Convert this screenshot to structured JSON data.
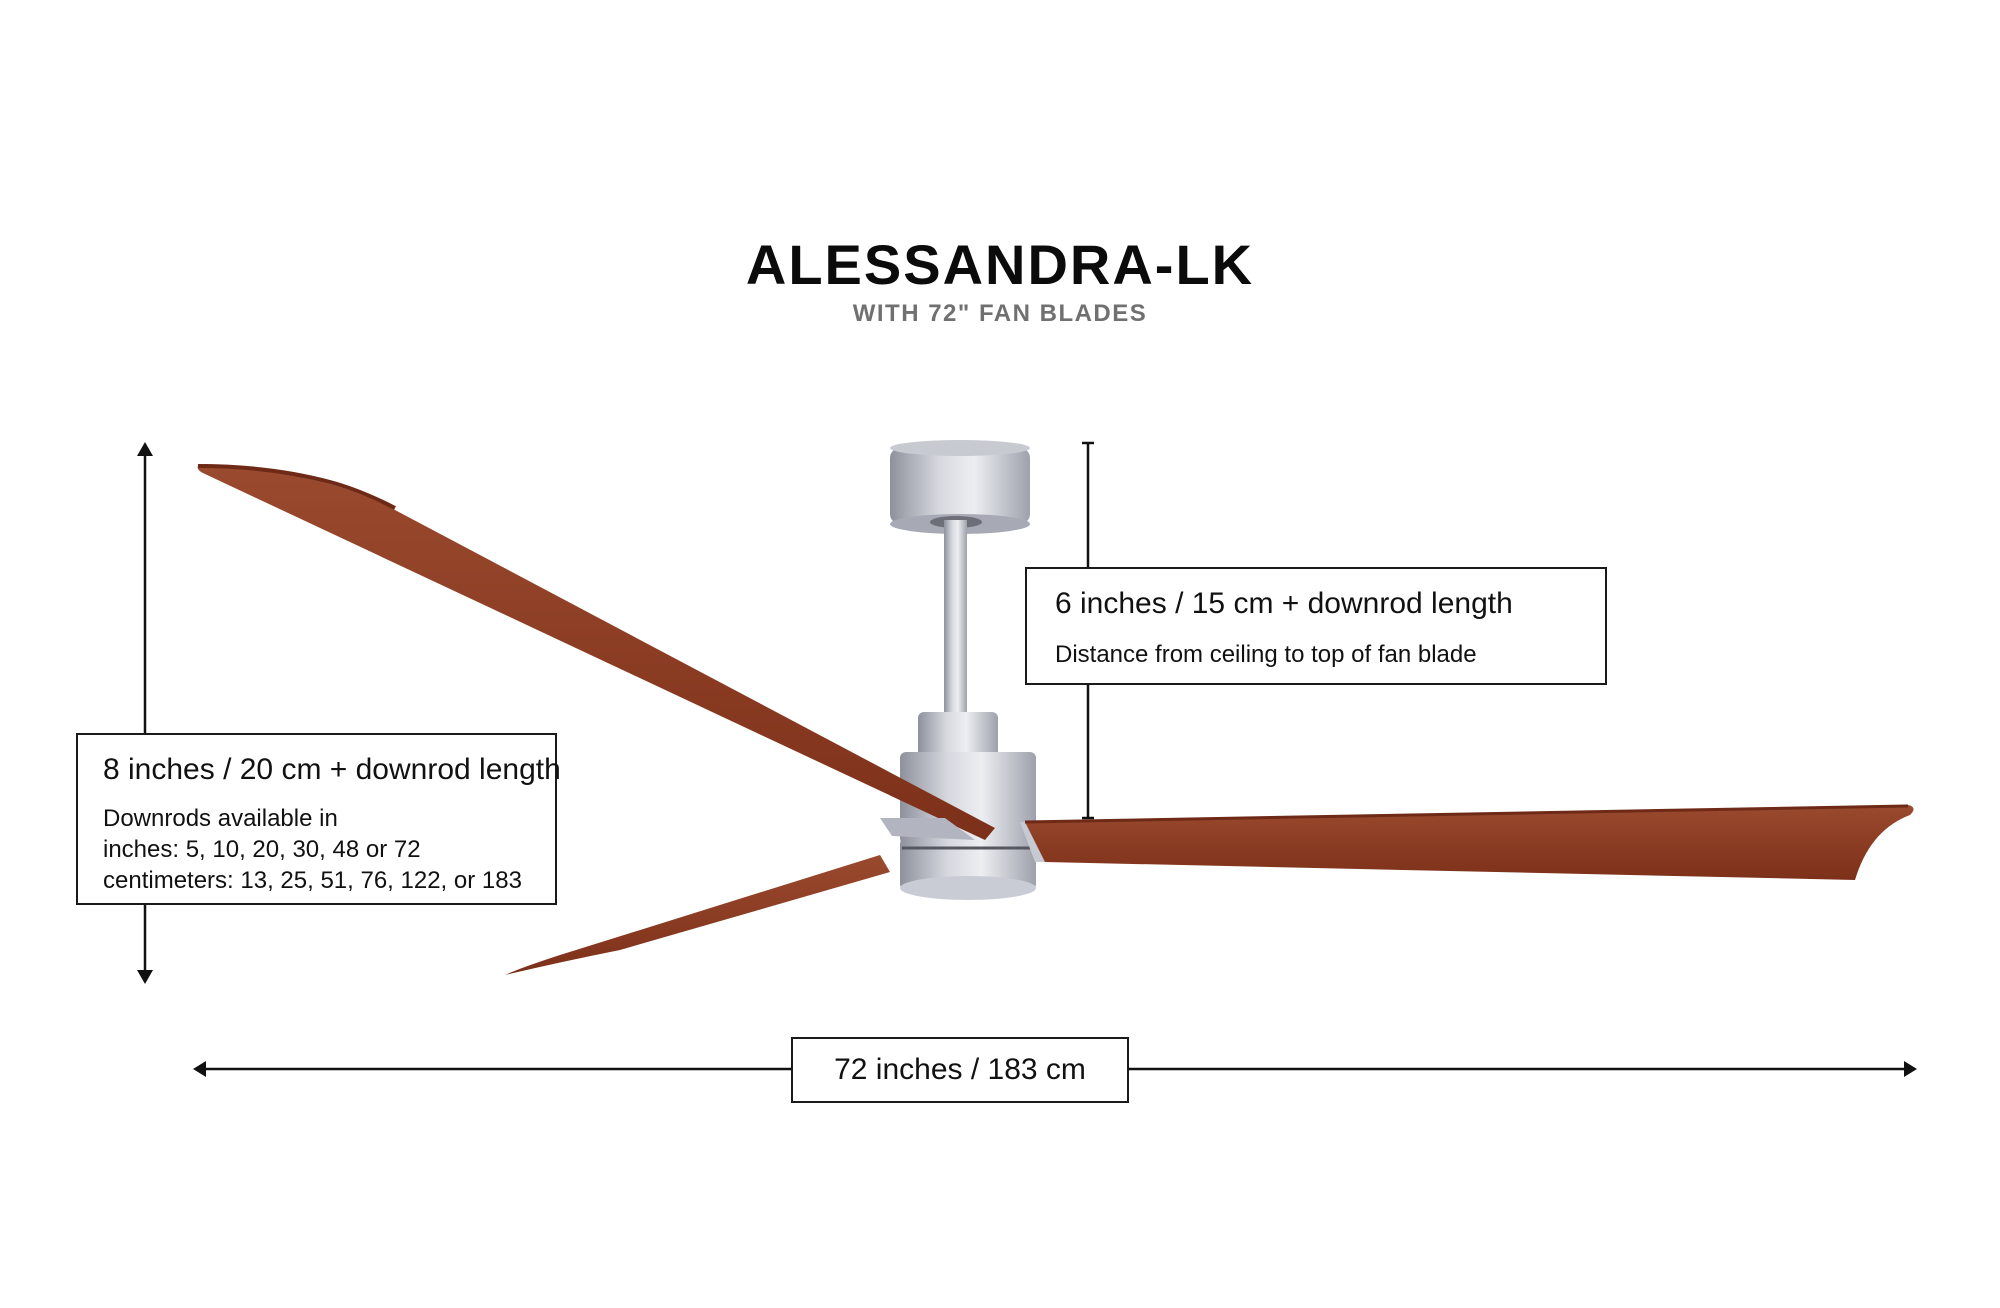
{
  "header": {
    "title": "ALESSANDRA-LK",
    "subtitle": "WITH 72\" FAN BLADES"
  },
  "dimensions": {
    "ceiling_to_blade": {
      "main": "6 inches / 15 cm + downrod length",
      "description": "Distance from ceiling to top of fan blade"
    },
    "overall_height": {
      "main": "8 inches / 20 cm + downrod length",
      "lines": [
        "Downrods available in",
        "inches: 5, 10, 20, 30, 48 or 72",
        "centimeters: 13, 25, 51, 76, 122, or 183"
      ]
    },
    "blade_span": {
      "main": "72 inches / 183 cm"
    }
  },
  "colors": {
    "blade_wood": "#8a3a22",
    "blade_edge": "#6e2a16",
    "metal": "#b9bcc6",
    "line": "#111111"
  },
  "icons": [
    "arrow-up-icon",
    "arrow-down-icon",
    "arrow-left-icon",
    "arrow-right-icon"
  ]
}
